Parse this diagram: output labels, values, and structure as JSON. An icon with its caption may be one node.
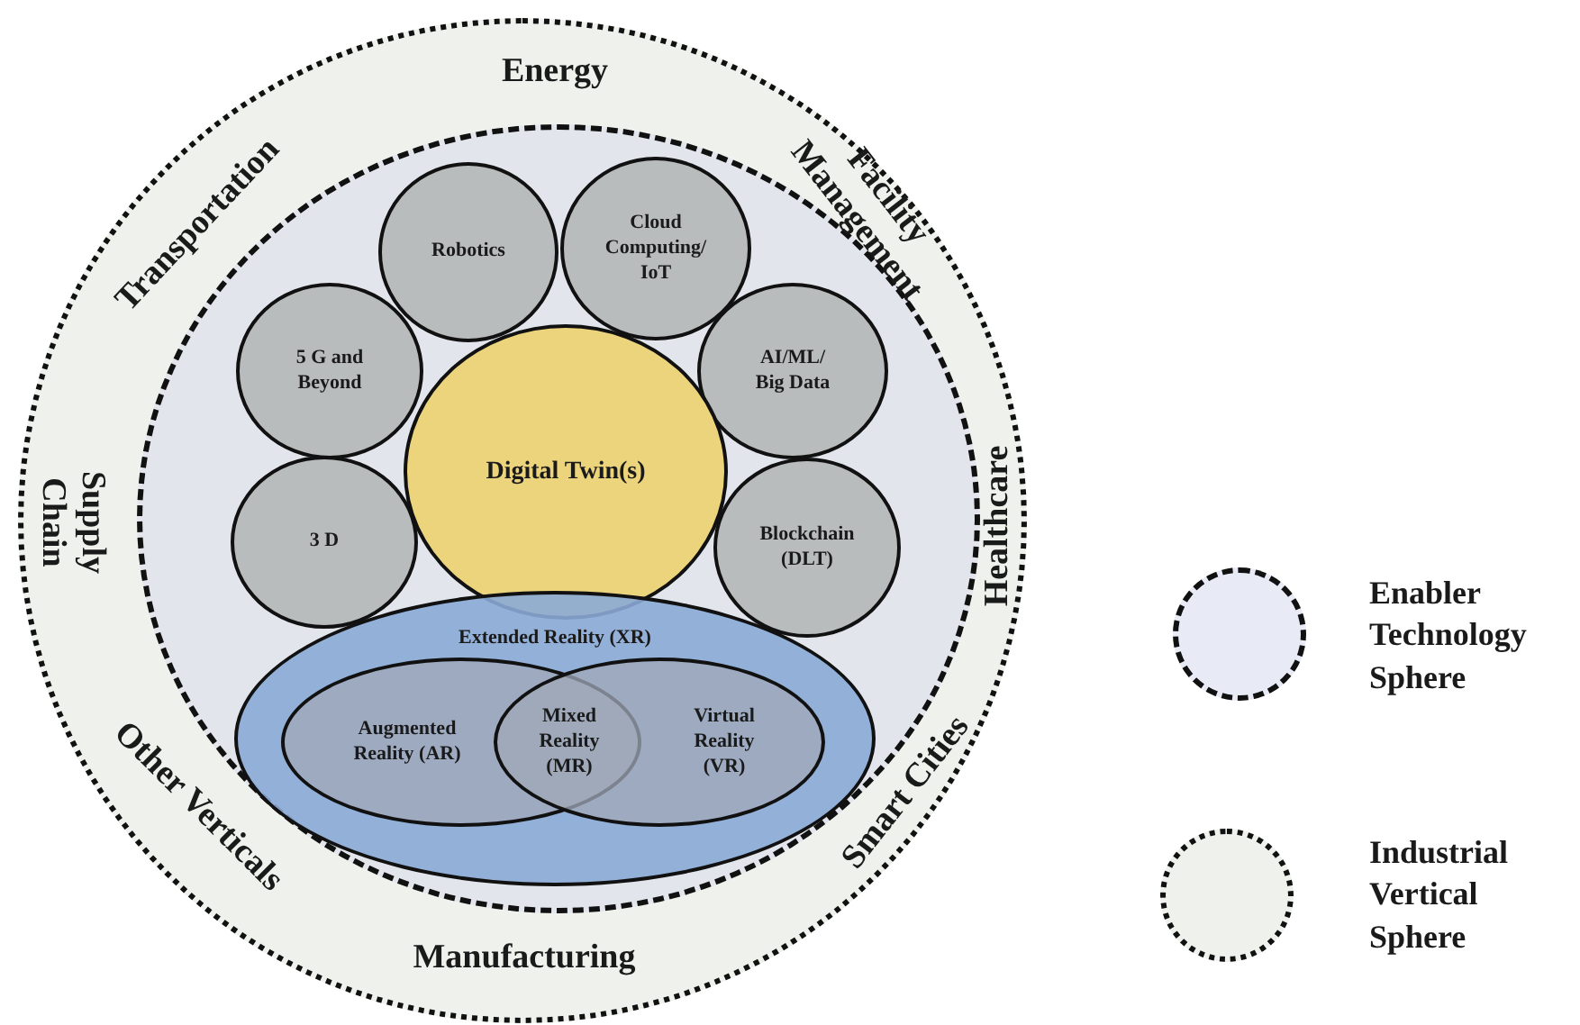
{
  "diagram": {
    "nodes": [
      {
        "text": [],
        "shape": "circle"
      },
      {
        "text": [],
        "shape": "circle",
        "in": 0
      },
      {
        "text": [
          "Robotics"
        ],
        "in": 1
      },
      {
        "text": [
          "Cloud Computing/ IoT"
        ],
        "in": 1
      },
      {
        "text": [
          "5 G and Beyond"
        ],
        "in": 1
      },
      {
        "text": [
          "AI/ML/ Big Data"
        ],
        "in": 1
      },
      {
        "text": [
          "Digital Twin(s)"
        ],
        "in": 1
      },
      {
        "text": [
          "3 D"
        ],
        "in": 1
      },
      {
        "text": [
          "Blockchain (DLT)"
        ],
        "in": 1
      },
      {
        "text": [
          "Extended Reality (XR)"
        ],
        "in": 1
      },
      {
        "text": [
          "Augmented Reality (AR)"
        ],
        "in": 9
      },
      {
        "text": [
          "Mixed Reality (MR)"
        ]
      },
      {
        "text": [
          "Virtual Reality (VR)"
        ],
        "in": 9
      }
    ],
    "labels": [
      "Energy",
      "Transportation",
      "Facility Management",
      "Supply Chain",
      "Healthcare",
      "Other Verticals",
      "Smart Cities",
      "Manufacturing"
    ],
    "legend": [
      {
        "text": "Enabler Technology Sphere"
      },
      {
        "text": "Industrial Vertical Sphere"
      }
    ]
  }
}
